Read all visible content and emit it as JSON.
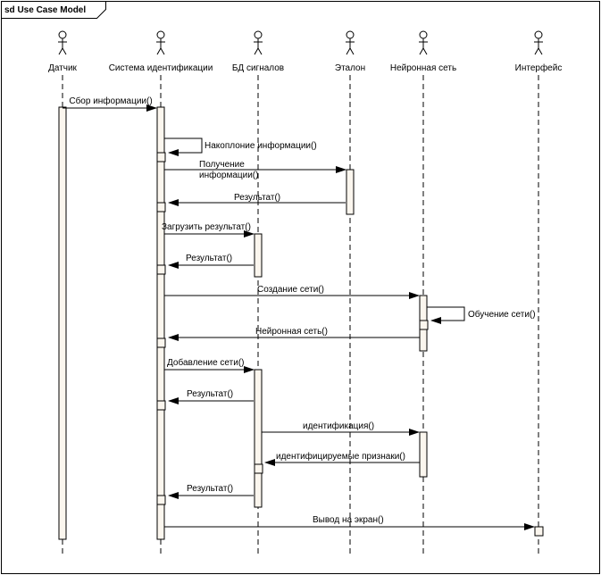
{
  "diagram": {
    "frame_title": "sd Use Case Model",
    "actors": [
      {
        "id": "sensor",
        "label": "Датчик"
      },
      {
        "id": "system",
        "label": "Система идентификации"
      },
      {
        "id": "db",
        "label": "БД сигналов"
      },
      {
        "id": "etalon",
        "label": "Эталон"
      },
      {
        "id": "nn",
        "label": "Нейронная сеть"
      },
      {
        "id": "ui",
        "label": "Интерфейс"
      }
    ],
    "messages": [
      {
        "from": "sensor",
        "to": "system",
        "label": [
          "Сбор информации()"
        ]
      },
      {
        "from": "system",
        "to": "system",
        "label": [
          "Накоплоние информации()"
        ]
      },
      {
        "from": "system",
        "to": "etalon",
        "label": [
          "Получение",
          "информации()"
        ]
      },
      {
        "from": "etalon",
        "to": "system",
        "label": [
          "Результат()"
        ]
      },
      {
        "from": "system",
        "to": "db",
        "label": [
          "Загрузить результат()"
        ]
      },
      {
        "from": "db",
        "to": "system",
        "label": [
          "Результат()"
        ]
      },
      {
        "from": "system",
        "to": "nn",
        "label": [
          "Создание сети()"
        ]
      },
      {
        "from": "nn",
        "to": "nn",
        "label": [
          "Обучение сети()"
        ]
      },
      {
        "from": "nn",
        "to": "system",
        "label": [
          "Нейронная сеть()"
        ]
      },
      {
        "from": "system",
        "to": "db",
        "label": [
          "Добавление сети()"
        ]
      },
      {
        "from": "db",
        "to": "system",
        "label": [
          "Результат()"
        ]
      },
      {
        "from": "db",
        "to": "nn",
        "label": [
          "идентификация()"
        ]
      },
      {
        "from": "nn",
        "to": "db",
        "label": [
          "идентифицируемые признаки()"
        ]
      },
      {
        "from": "db",
        "to": "system",
        "label": [
          "Результат()"
        ]
      },
      {
        "from": "system",
        "to": "ui",
        "label": [
          "Вывод на экран()"
        ]
      }
    ]
  }
}
